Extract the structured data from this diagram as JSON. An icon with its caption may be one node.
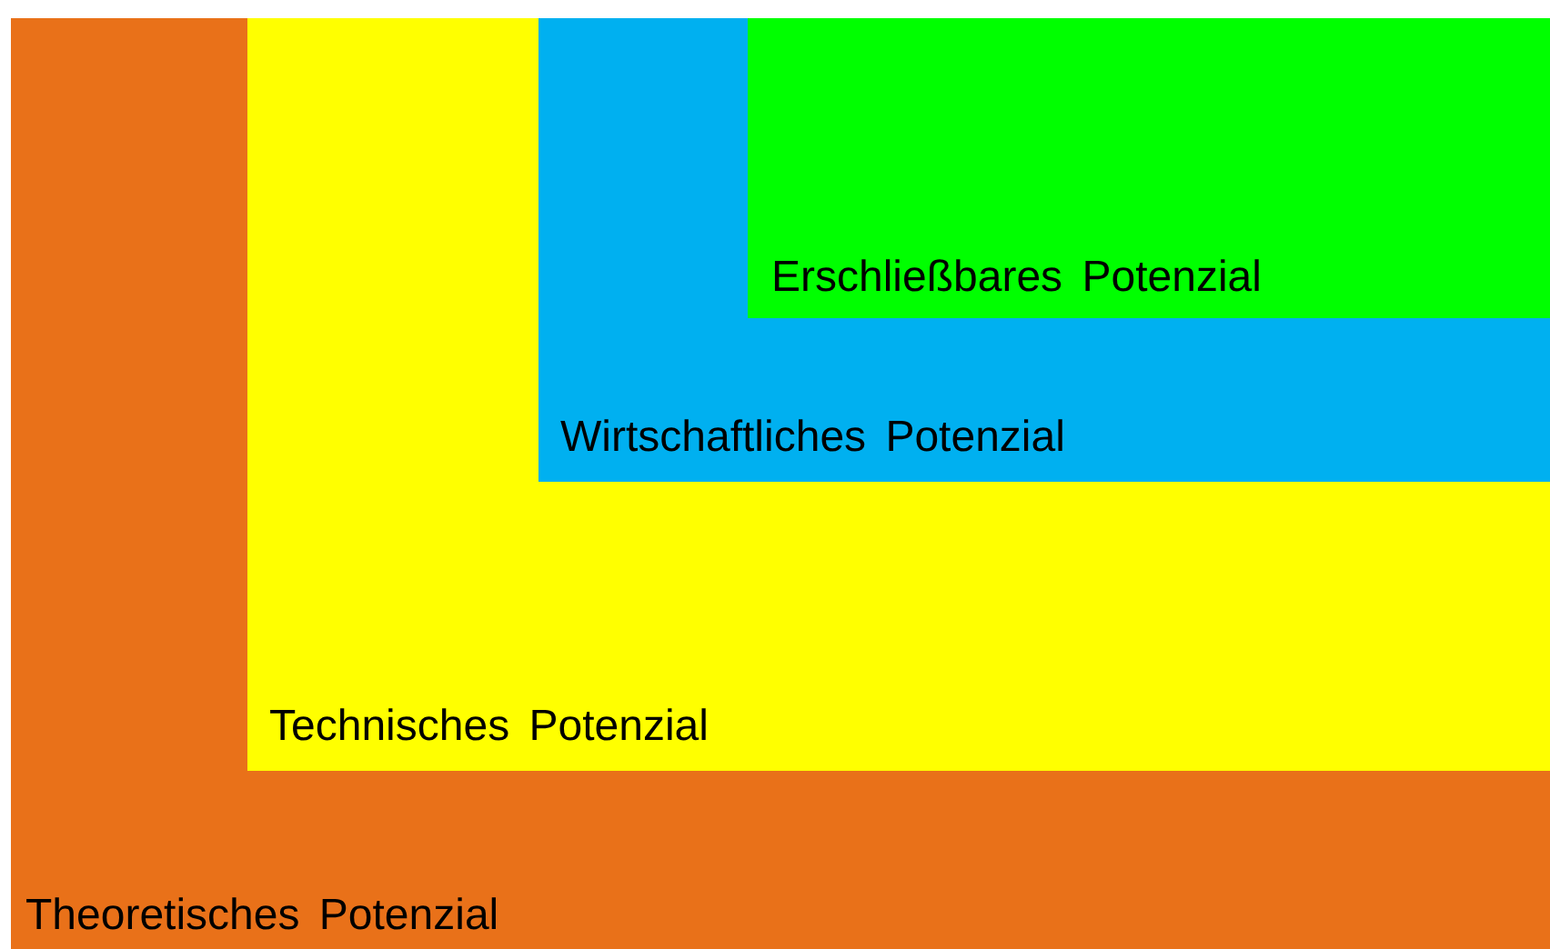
{
  "diagram": {
    "nodes": [
      {
        "text": [
          "Theoretisches Potenzial"
        ]
      },
      {
        "text": [
          "Technisches Potenzial"
        ],
        "in": 0
      },
      {
        "text": [
          "Wirtschaftliches Potenzial"
        ],
        "in": 1
      },
      {
        "text": [
          "Erschließbares Potenzial"
        ],
        "in": 2
      }
    ]
  }
}
